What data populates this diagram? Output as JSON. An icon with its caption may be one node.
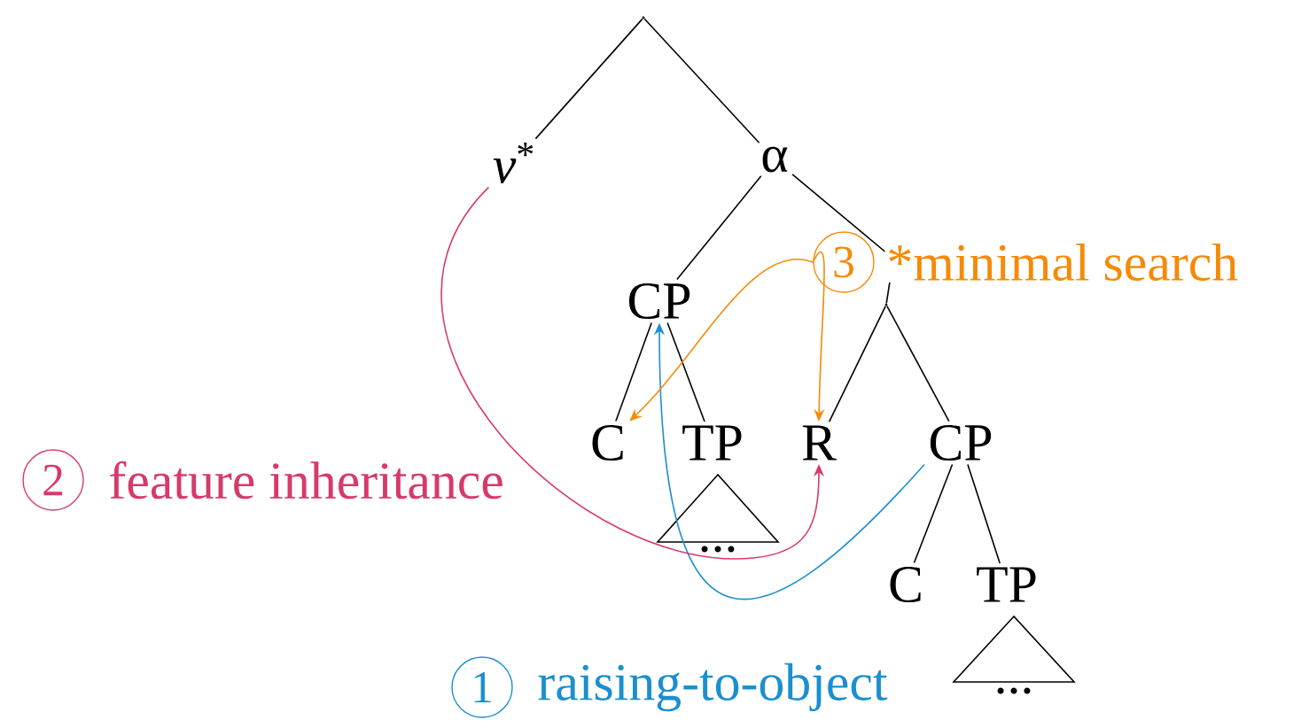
{
  "diagram": {
    "nodes": [
      {
        "text": [],
        "shape": "point"
      },
      {
        "text": [
          "*v*$^{*}$"
        ]
      },
      {
        "text": [
          "α"
        ]
      },
      {
        "text": [
          "CP"
        ]
      },
      {
        "text": [],
        "shape": "point"
      },
      {
        "text": [
          "C"
        ]
      },
      {
        "text": [
          "TP"
        ]
      },
      {
        "text": [
          "..."
        ]
      },
      {
        "text": [
          "R"
        ]
      },
      {
        "text": [
          "CP"
        ]
      },
      {
        "text": [
          "C"
        ]
      },
      {
        "text": [
          "TP"
        ]
      },
      {
        "text": [
          "..."
        ]
      },
      {
        "text": [
          "3"
        ],
        "beside": [
          "*minimal search"
        ]
      }
    ],
    "edges": [
      {
        "from": 0,
        "to": 1,
        "arrow": "none"
      },
      {
        "from": 0,
        "to": 2,
        "arrow": "none"
      },
      {
        "from": 2,
        "to": 3,
        "arrow": "none"
      },
      {
        "from": 2,
        "to": 4,
        "arrow": "none"
      },
      {
        "from": 3,
        "to": 5,
        "arrow": "none"
      },
      {
        "from": 3,
        "to": 6,
        "arrow": "none"
      },
      {
        "from": 4,
        "to": 8,
        "arrow": "none"
      },
      {
        "from": 4,
        "to": 9,
        "arrow": "none"
      },
      {
        "from": 9,
        "to": 10,
        "arrow": "none"
      },
      {
        "from": 9,
        "to": 11,
        "arrow": "none"
      },
      {
        "from": 9,
        "to": 3,
        "arrow": "to",
        "label": "raising-to-object",
        "color": "#1b8fcf"
      },
      {
        "from": 1,
        "to": 8,
        "arrow": "to",
        "label": "feature inheritance",
        "color": "#d63a6a"
      },
      {
        "from": 13,
        "to": 5,
        "arrow": "to",
        "color": "#f58a07"
      },
      {
        "from": 13,
        "to": 8,
        "arrow": "to",
        "color": "#f58a07"
      }
    ],
    "labels": [
      "1",
      "2"
    ]
  }
}
